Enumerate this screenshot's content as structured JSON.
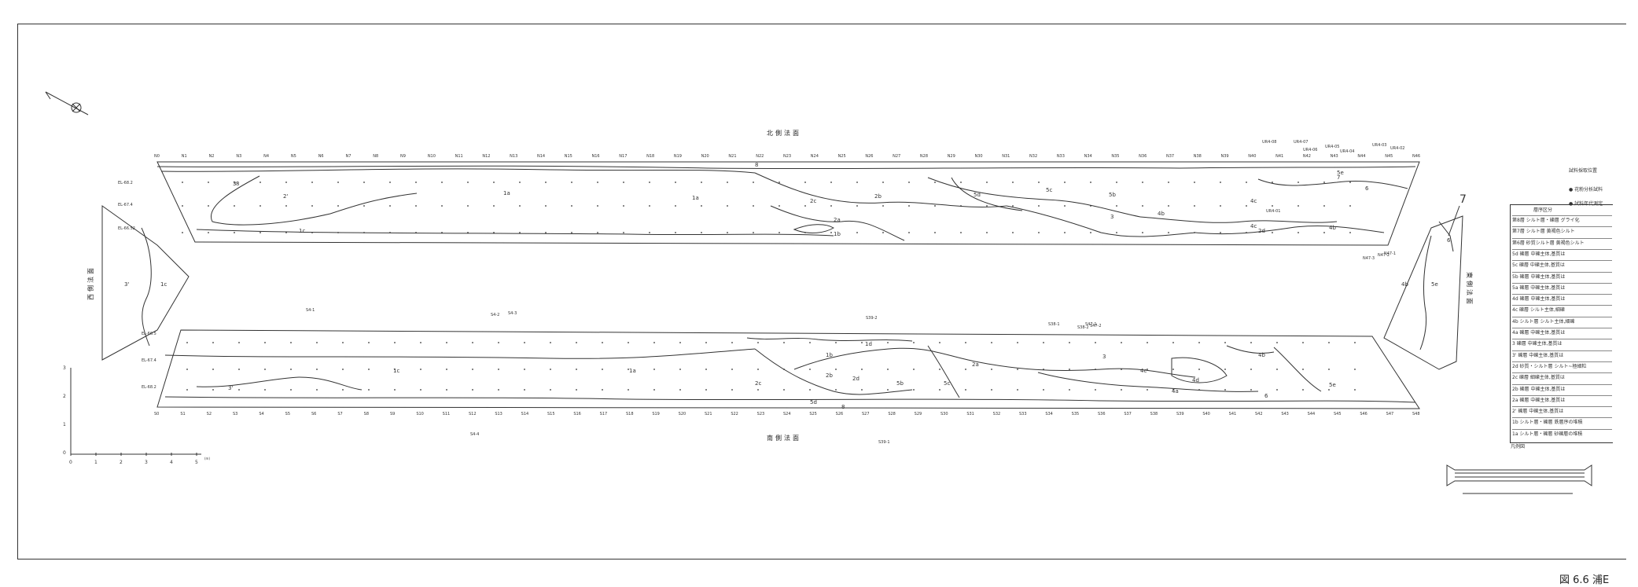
{
  "figure_label": "図 6.6  浦E",
  "sections": {
    "north": "北側法面",
    "south": "南側法面",
    "west": "西側法面",
    "east": "東側法面"
  },
  "north_stations": [
    "N0",
    "N1",
    "N2",
    "N3",
    "N4",
    "N5",
    "N6",
    "N7",
    "N8",
    "N9",
    "N10",
    "N11",
    "N12",
    "N13",
    "N14",
    "N15",
    "N16",
    "N17",
    "N18",
    "N19",
    "N20",
    "N21",
    "N22",
    "N23",
    "N24",
    "N25",
    "N26",
    "N27",
    "N28",
    "N29",
    "N30",
    "N31",
    "N32",
    "N33",
    "N34",
    "N35",
    "N36",
    "N37",
    "N38",
    "N39",
    "N40",
    "N41",
    "N42",
    "N43",
    "N44",
    "N45",
    "N46"
  ],
  "south_stations": [
    "S0",
    "S1",
    "S2",
    "S3",
    "S4",
    "S5",
    "S6",
    "S7",
    "S8",
    "S9",
    "S10",
    "S11",
    "S12",
    "S13",
    "S14",
    "S15",
    "S16",
    "S17",
    "S18",
    "S19",
    "S20",
    "S21",
    "S22",
    "S23",
    "S24",
    "S25",
    "S26",
    "S27",
    "S28",
    "S29",
    "S30",
    "S31",
    "S32",
    "S33",
    "S34",
    "S35",
    "S36",
    "S37",
    "S38",
    "S39",
    "S40",
    "S41",
    "S42",
    "S43",
    "S44",
    "S45",
    "S46",
    "S47",
    "S48"
  ],
  "north_units": [
    "8",
    "8",
    "1a",
    "1a",
    "2c",
    "2b",
    "2a",
    "5d",
    "5c",
    "5b",
    "3",
    "4b",
    "4c",
    "5e",
    "4b",
    "4c",
    "2d",
    "1b",
    "3'",
    "2'",
    "1c",
    "7",
    "6"
  ],
  "south_units": [
    "1d",
    "1a",
    "1b",
    "2b",
    "2d",
    "2c",
    "5d",
    "8",
    "5b",
    "5c",
    "2a",
    "3",
    "4c",
    "4d",
    "4a",
    "4b",
    "5e",
    "6",
    "3'",
    "1c"
  ],
  "side_units": {
    "west": [
      "3'",
      "1c"
    ],
    "east": [
      "4b",
      "5e",
      "7",
      "6"
    ]
  },
  "elevations": [
    "EL-68.2",
    "EL-67.4",
    "EL-66.52",
    "EL-66.5",
    "EL-67.4",
    "EL-68.2"
  ],
  "sample_labels": [
    "UR4-08",
    "UR4-07",
    "UR4-06",
    "UR4-05",
    "UR4-04",
    "UR4-03",
    "UR4-02",
    "UR4-01",
    "N47-3",
    "N47-2",
    "N47-1",
    "S39-2",
    "S39-1",
    "S38-1",
    "S38-2",
    "S47-1",
    "S47-2",
    "S4-1",
    "S4-2",
    "S4-3",
    "S4-4"
  ],
  "scale": {
    "ticks": [
      "0",
      "1",
      "2",
      "3",
      "4",
      "5"
    ],
    "unit": "(m)",
    "vticks": [
      "3",
      "2",
      "1",
      "0"
    ]
  },
  "legend": {
    "title1": "試料採取位置",
    "sym1": "花粉分析試料",
    "sym2": "試料年代測定",
    "header": "層序区分",
    "rows": [
      "第8層 シルト層・礫層 グライ化",
      "第7層 シルト層    黄褐色シルト",
      "第6層 砂質シルト層  黄褐色シルト",
      "5d 礫層   中礫主体,基質は",
      "5c 礫層   中礫主体,基質は",
      "5b 礫層   中礫主体,基質は",
      "5a 礫層   中礫主体,基質は",
      "4d 礫層   中礫主体,基質は",
      "4c 礫層   シルト主体,細礫",
      "4b シルト層  シルト主体,細礫",
      "4a 礫層   中礫主体,基質は",
      "3  礫層   中礫主体,基質は",
      "3' 礫層   中礫主体,基質は",
      "2d 砂質・シルト層 シルト~極細粒",
      "2c 礫層   細礫主体,基質は",
      "2b 礫層   中礫主体,基質は",
      "2a 礫層   中礫主体,基質は",
      "2' 礫層   中礫主体,基質は",
      "1b シルト層・礫層 鉄層序の堆積",
      "1a シルト層・礫層 砂礫層の堆積"
    ],
    "footer": "凡例図"
  },
  "colors": {
    "line": "#333333",
    "paper": "#ffffff"
  }
}
